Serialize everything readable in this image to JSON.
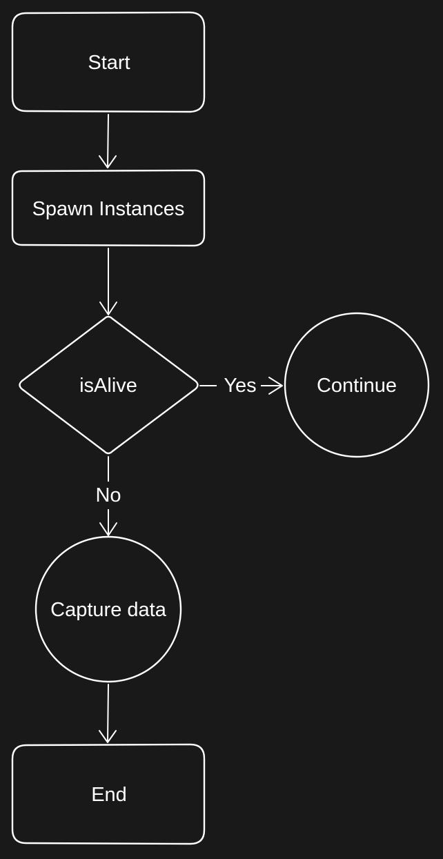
{
  "diagram": {
    "type": "flowchart",
    "nodes": {
      "start": {
        "label": "Start",
        "shape": "rounded-rectangle"
      },
      "spawn": {
        "label": "Spawn Instances",
        "shape": "rounded-rectangle"
      },
      "is_alive": {
        "label": "isAlive",
        "shape": "diamond"
      },
      "continue": {
        "label": "Continue",
        "shape": "circle"
      },
      "capture": {
        "label": "Capture data",
        "shape": "circle"
      },
      "end": {
        "label": "End",
        "shape": "rounded-rectangle"
      }
    },
    "edges": {
      "start_to_spawn": {
        "from": "Start",
        "to": "Spawn Instances",
        "label": ""
      },
      "spawn_to_isalive": {
        "from": "Spawn Instances",
        "to": "isAlive",
        "label": ""
      },
      "isalive_yes": {
        "from": "isAlive",
        "to": "Continue",
        "label": "Yes"
      },
      "isalive_no": {
        "from": "isAlive",
        "to": "Capture data",
        "label": "No"
      },
      "capture_to_end": {
        "from": "Capture data",
        "to": "End",
        "label": ""
      }
    },
    "colors": {
      "background": "#191919",
      "stroke": "#ffffff",
      "text": "#ffffff"
    }
  }
}
